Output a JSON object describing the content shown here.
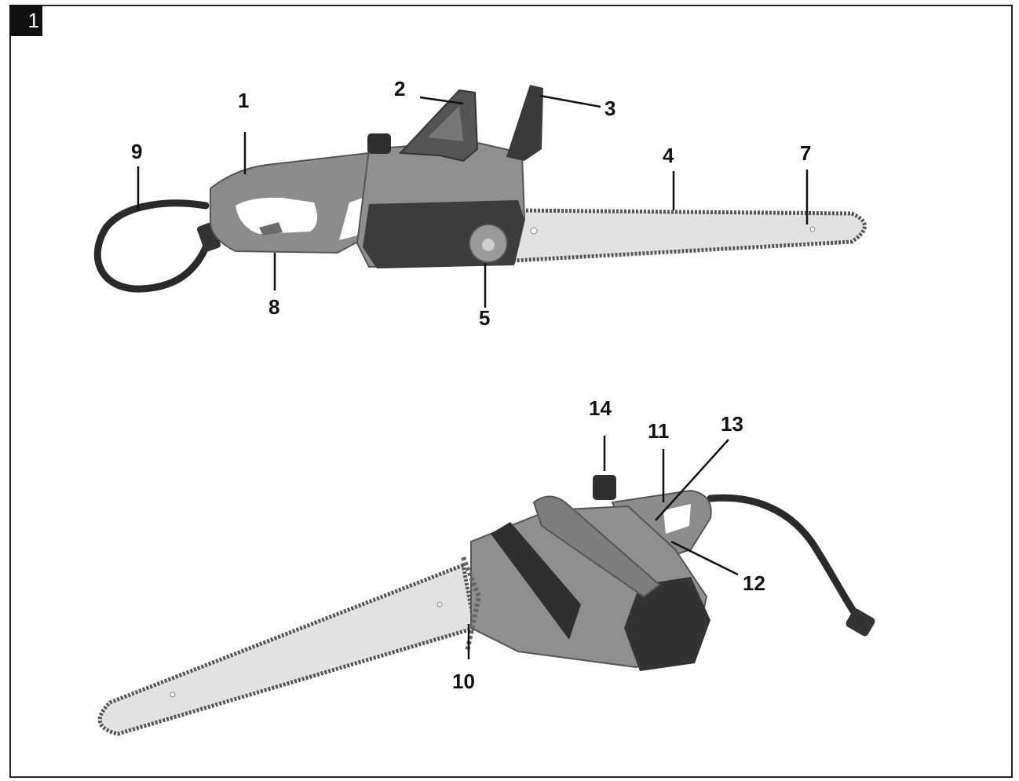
{
  "figure": {
    "number": "1"
  },
  "callouts": {
    "c1": "1",
    "c2": "2",
    "c3": "3",
    "c4": "4",
    "c5": "5",
    "c7": "7",
    "c8": "8",
    "c9": "9",
    "c10": "10",
    "c11": "11",
    "c12": "12",
    "c13": "13",
    "c14": "14"
  },
  "colors": {
    "body": "#8c8c8c",
    "dark": "#3c3c3c",
    "bar": "#e2e2e2",
    "chain": "#555555"
  }
}
